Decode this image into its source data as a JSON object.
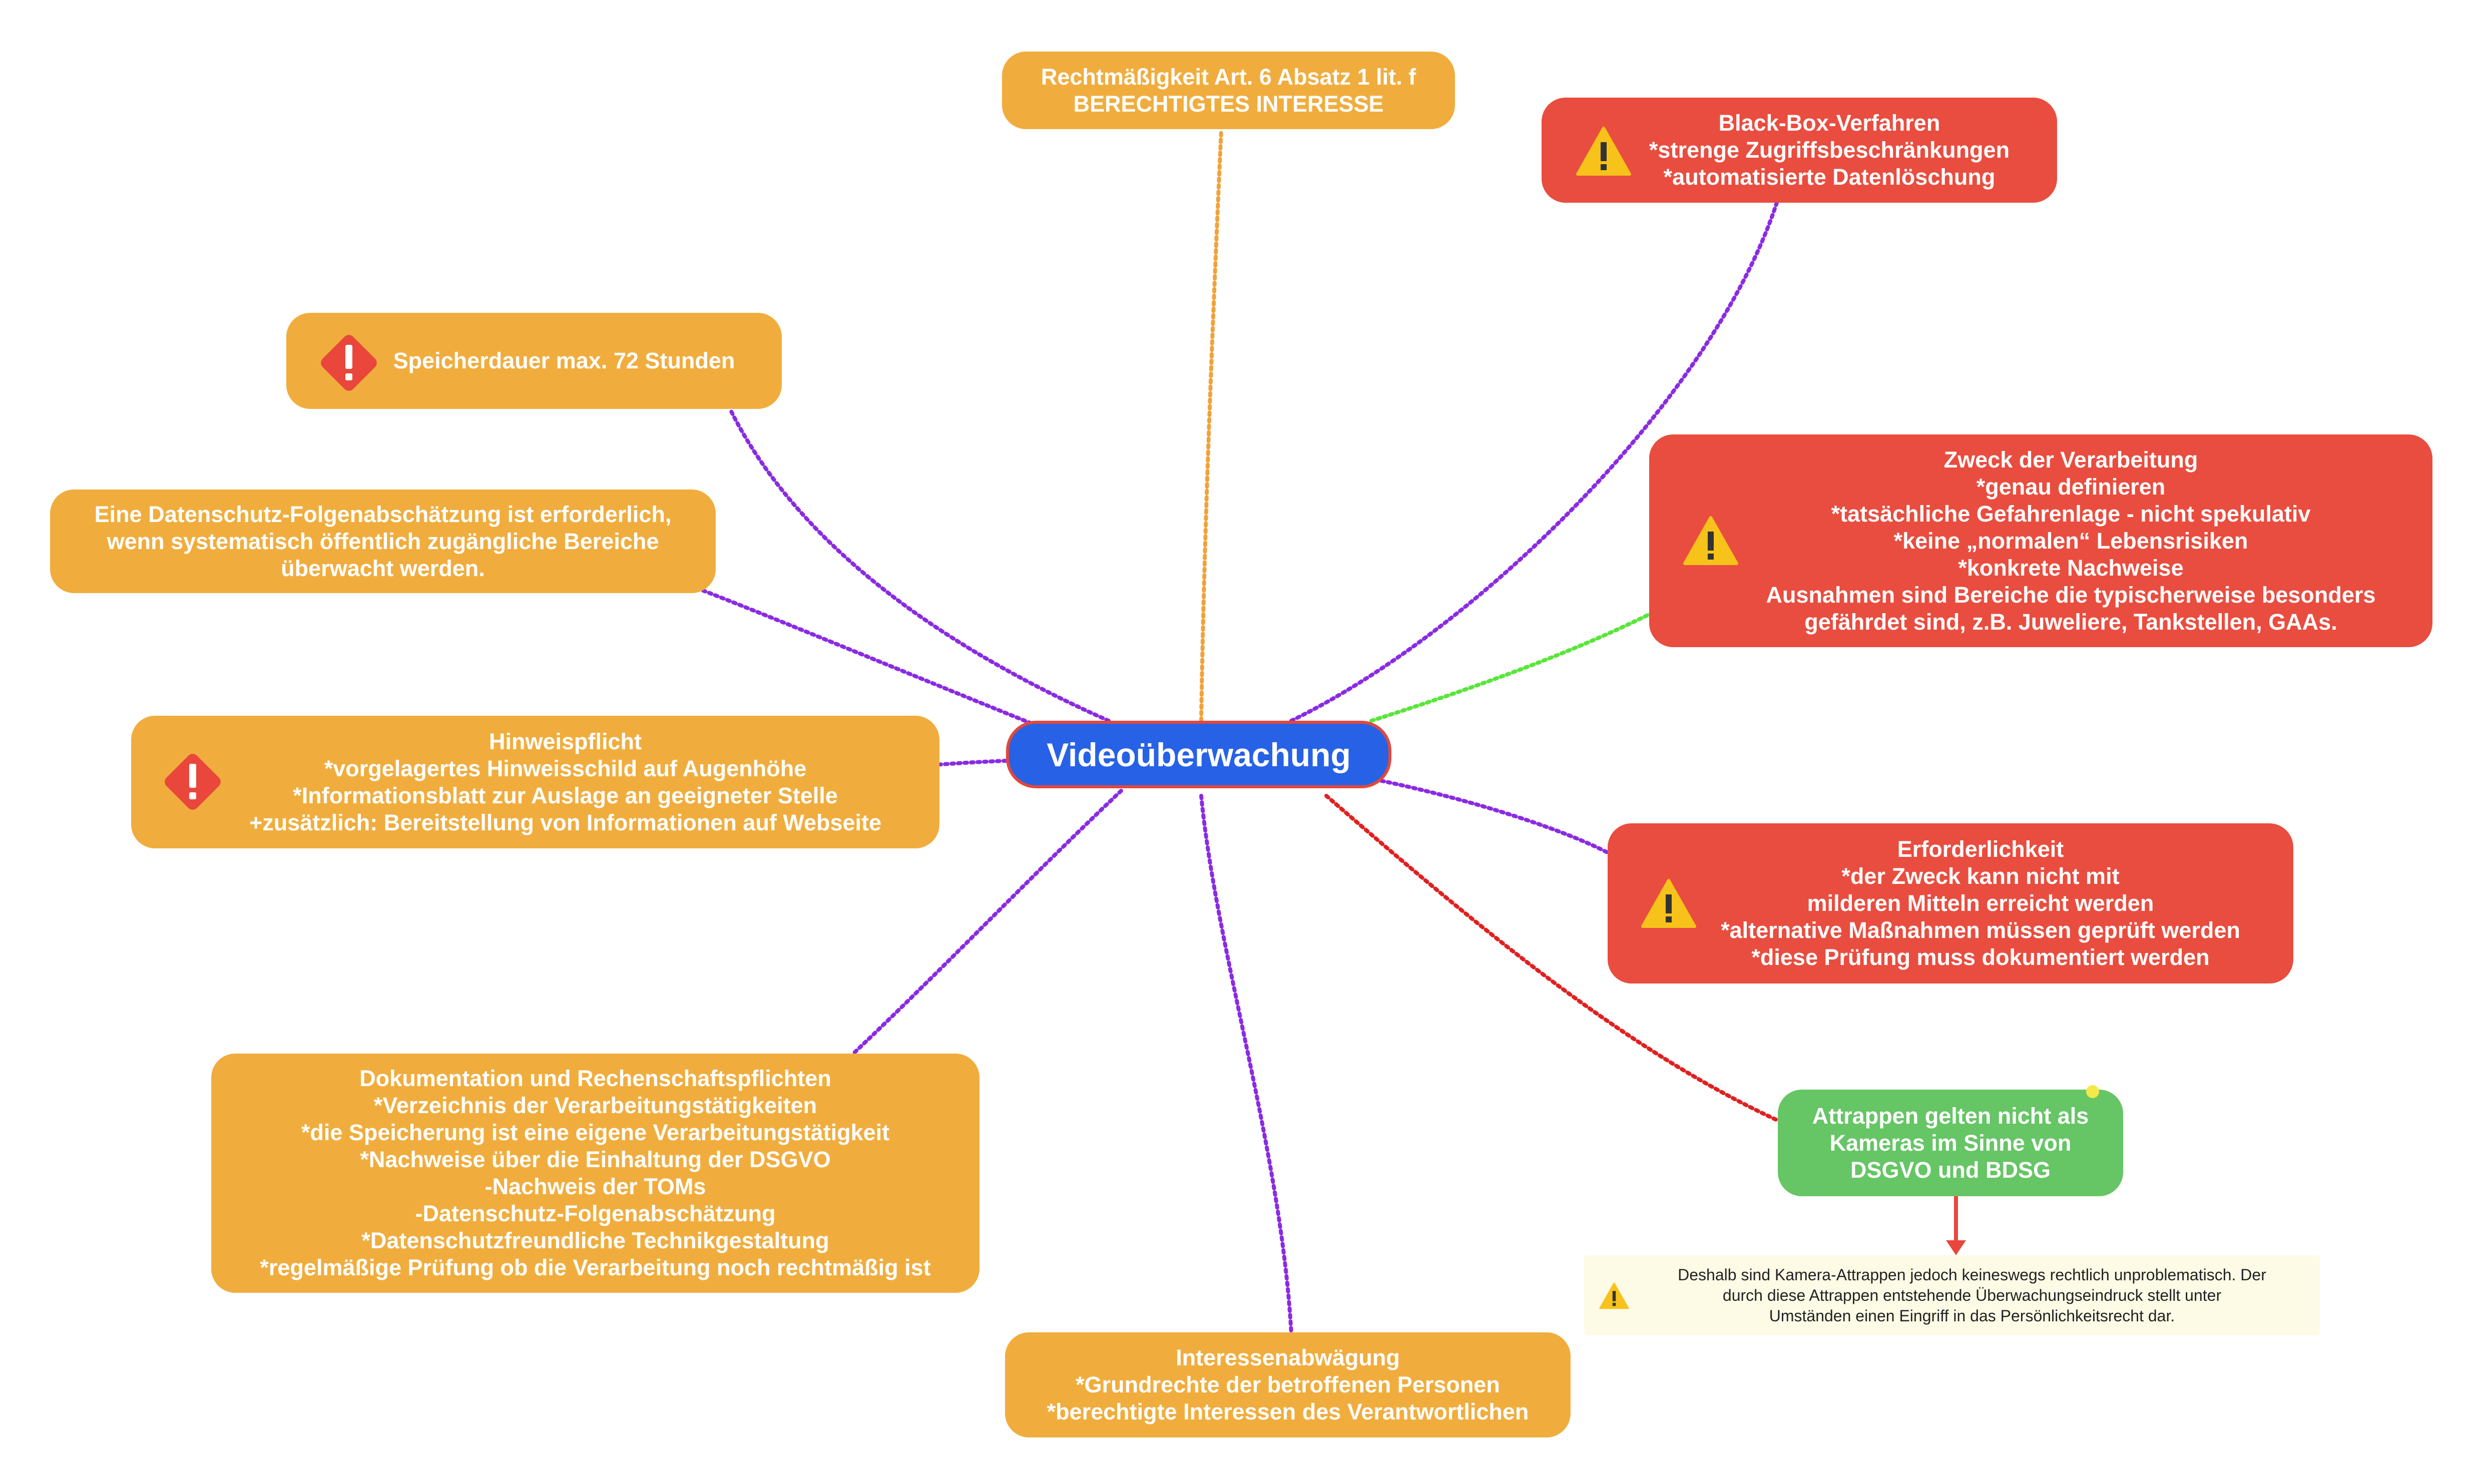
{
  "center": {
    "label": "Videoüberwachung"
  },
  "nodes": {
    "rechtmaessigkeit": "Rechtmäßigkeit Art. 6 Absatz 1 lit. f\nBERECHTIGTES INTERESSE",
    "blackbox": "Black-Box-Verfahren\n*strenge Zugriffsbeschränkungen\n*automatisierte Datenlöschung",
    "speicherdauer": "Speicherdauer max. 72 Stunden",
    "folgenabschaetzung": "Eine Datenschutz-Folgenabschätzung ist erforderlich,\nwenn systematisch öffentlich zugängliche Bereiche\nüberwacht werden.",
    "zweck": "Zweck der Verarbeitung\n*genau definieren\n*tatsächliche Gefahrenlage - nicht spekulativ\n*keine „normalen“ Lebensrisiken\n*konkrete Nachweise\nAusnahmen sind Bereiche die typischerweise besonders\ngefährdet sind, z.B. Juweliere, Tankstellen, GAAs.",
    "hinweispflicht": "Hinweispflicht\n*vorgelagertes Hinweisschild auf Augenhöhe\n*Informationsblatt zur Auslage an geeigneter Stelle\n+zusätzlich: Bereitstellung von Informationen auf Webseite",
    "erforderlichkeit": "Erforderlichkeit\n*der Zweck kann nicht mit\nmilderen Mitteln erreicht werden\n*alternative Maßnahmen müssen geprüft werden\n*diese Prüfung muss dokumentiert werden",
    "attrappen": "Attrappen gelten nicht als\nKameras im Sinne von\nDSGVO und BDSG",
    "dokumentation": "Dokumentation und Rechenschaftspflichten\n*Verzeichnis der Verarbeitungstätigkeiten\n*die Speicherung ist eine eigene Verarbeitungstätigkeit\n*Nachweise über die Einhaltung der DSGVO\n-Nachweis der TOMs\n-Datenschutz-Folgenabschätzung\n*Datenschutzfreundliche Technikgestaltung\n*regelmäßige Prüfung ob die Verarbeitung noch rechtmäßig ist",
    "interessenabwaegung": "Interessenabwägung\n*Grundrechte der betroffenen Personen\n*berechtigte Interessen des Verantwortlichen"
  },
  "note": {
    "text": "Deshalb sind Kamera-Attrappen jedoch keineswegs rechtlich unproblematisch. Der\ndurch diese Attrappen entstehende Überwachungseindruck stellt unter\nUmständen einen Eingriff in das Persönlichkeitsrecht dar.",
    "icon": "warning-icon"
  },
  "icons": {
    "blackbox": "warning-icon",
    "speicherdauer": "alert-icon",
    "zweck": "warning-icon",
    "hinweispflicht": "alert-icon",
    "erforderlichkeit": "warning-icon"
  },
  "colors": {
    "center": "#2762e6",
    "center_border": "#e2483c",
    "orange": "#f0ad3e",
    "red": "#e94d3f",
    "green": "#66c565",
    "link_purple": "#8a2be2",
    "link_orange": "#f0a23a",
    "link_green": "#58e63a",
    "link_red": "#e02020",
    "note_bg": "#fdfbe6"
  }
}
